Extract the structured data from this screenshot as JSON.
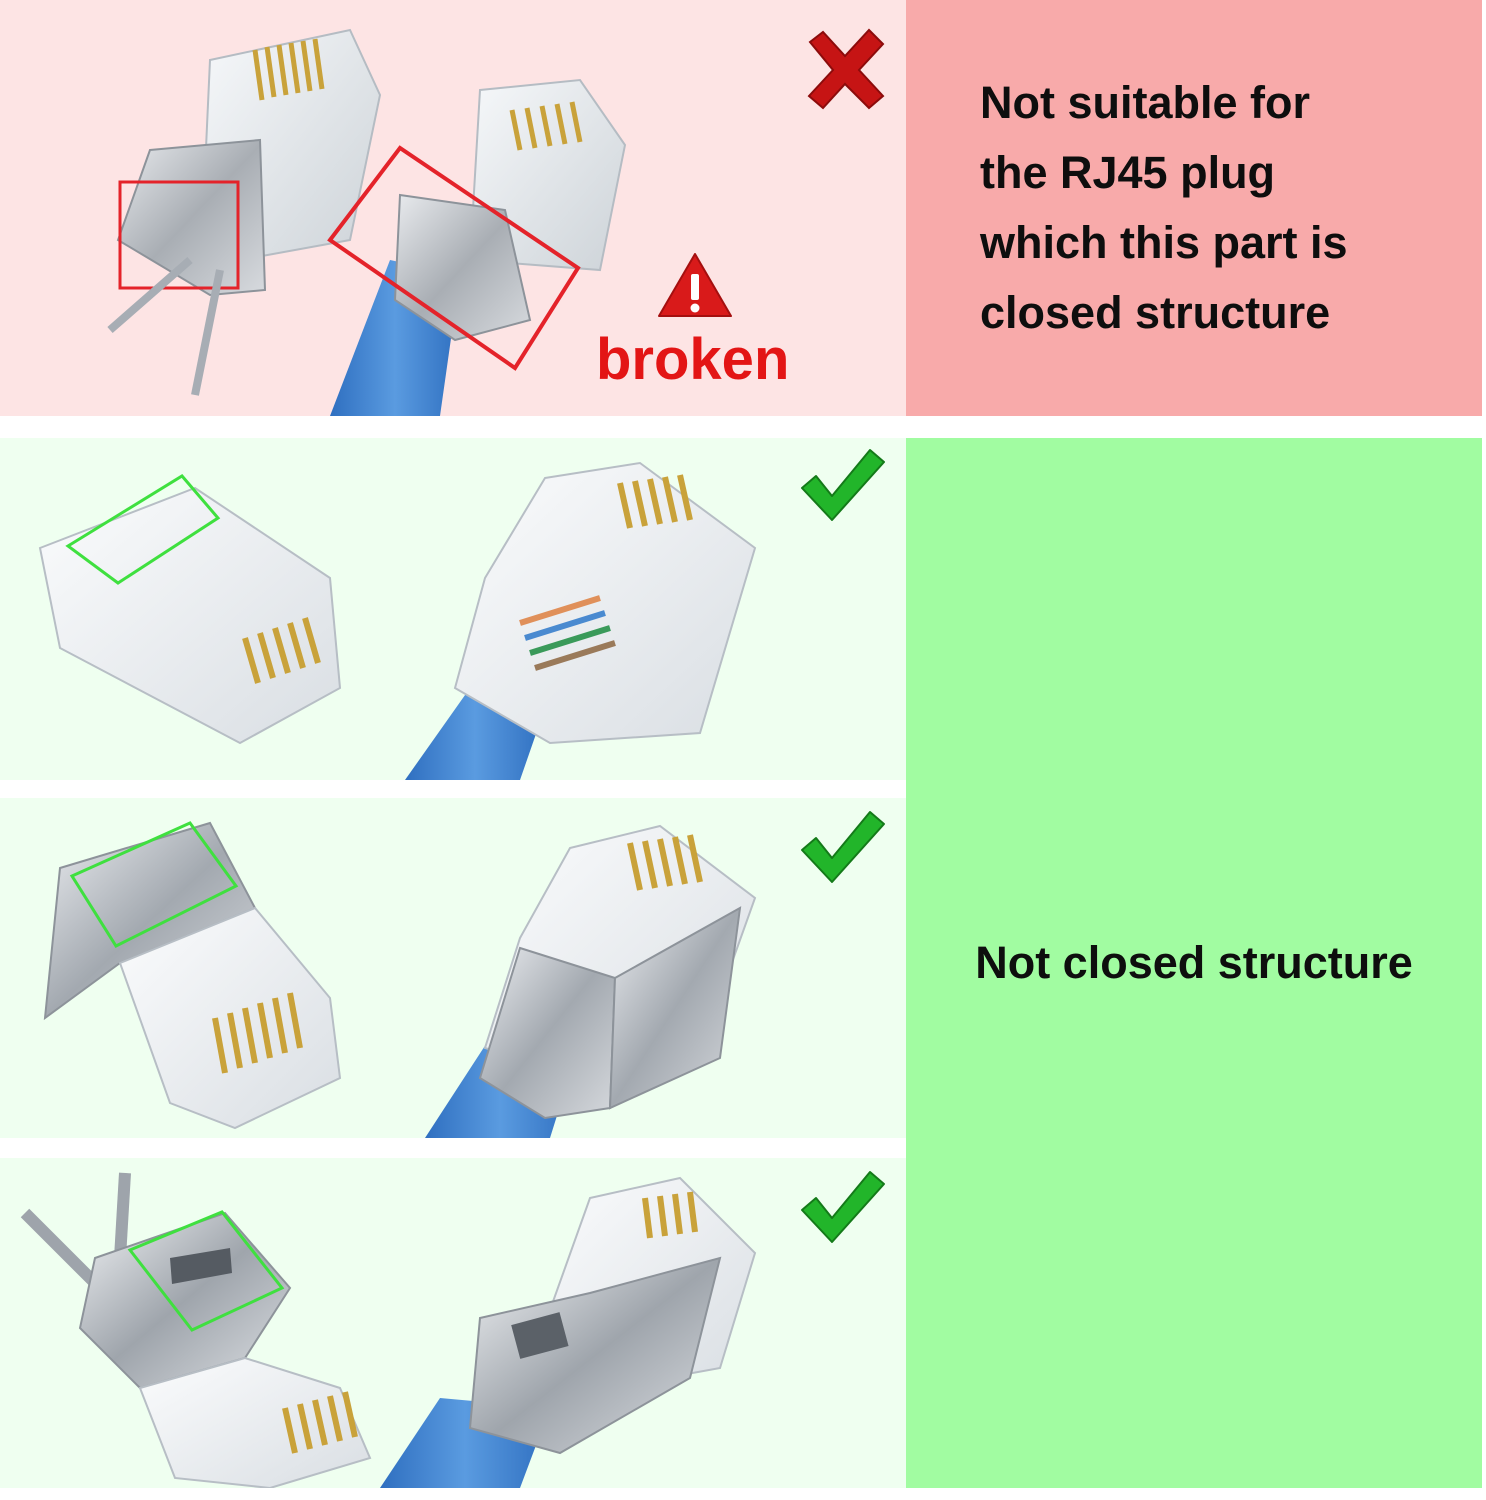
{
  "bad_section": {
    "caption_lines": [
      "Not suitable for",
      "the RJ45 plug",
      "which this part is",
      "closed structure"
    ],
    "warning_label": "broken",
    "mark_icon": "red-cross-icon",
    "warning_icon": "warning-triangle-icon"
  },
  "good_section": {
    "caption": "Not closed structure",
    "mark_icon": "green-check-icon"
  },
  "colors": {
    "bad_photo_bg": "#fde4e4",
    "bad_caption_bg": "#f8aaaa",
    "good_photo_bg": "#effff0",
    "good_caption_bg": "#a1fca1",
    "highlight_red": "#e4232a",
    "highlight_green": "#3fe03f",
    "cable_blue": "#3b7ccc"
  }
}
